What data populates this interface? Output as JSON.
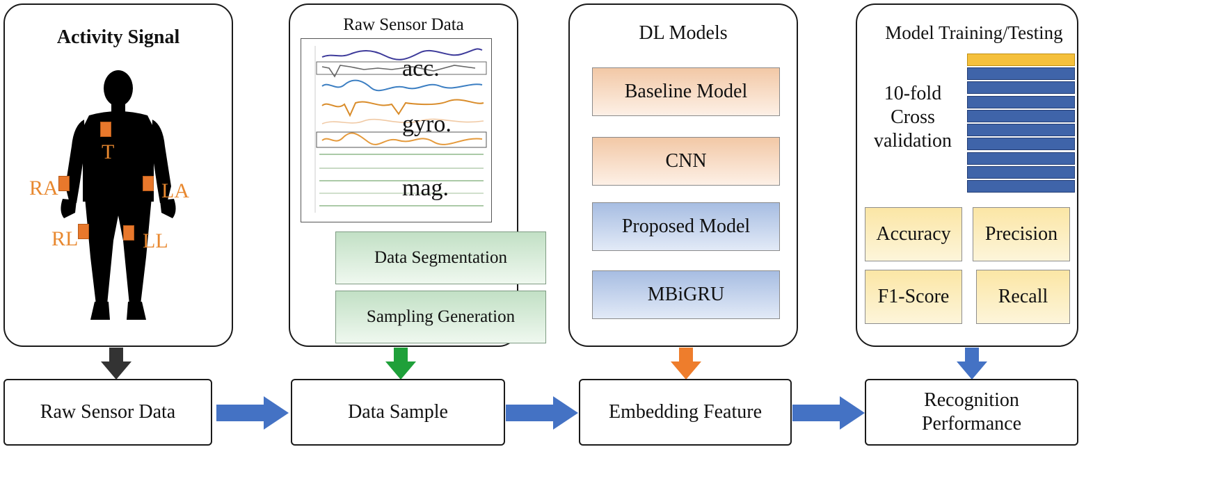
{
  "panels": {
    "activity": {
      "title": "Activity Signal",
      "sensors": [
        "T",
        "RA",
        "LA",
        "RL",
        "LL"
      ]
    },
    "raw_data": {
      "title": "Raw Sensor Data",
      "signal_labels": [
        "acc.",
        "gyro.",
        "mag."
      ],
      "steps": [
        "Data Segmentation",
        "Sampling Generation"
      ]
    },
    "dl_models": {
      "title": "DL Models",
      "models": [
        "Baseline Model",
        "CNN",
        "Proposed Model",
        "MBiGRU"
      ]
    },
    "training": {
      "title": "Model Training/Testing",
      "cv_lines": [
        "10-fold",
        "Cross",
        "validation"
      ],
      "metrics": [
        "Accuracy",
        "Precision",
        "F1-Score",
        "Recall"
      ]
    }
  },
  "flow": {
    "stages": [
      "Raw Sensor Data",
      "Data Sample",
      "Embedding Feature",
      "Recognition",
      "Performance"
    ]
  },
  "colors": {
    "sensor": "#e8782c",
    "arrow_black": "#333333",
    "arrow_green": "#1fa03a",
    "arrow_orange": "#ee7d2c",
    "arrow_blue": "#4472c4",
    "fold_train": "#3f64a9",
    "fold_test": "#f5c03c"
  }
}
